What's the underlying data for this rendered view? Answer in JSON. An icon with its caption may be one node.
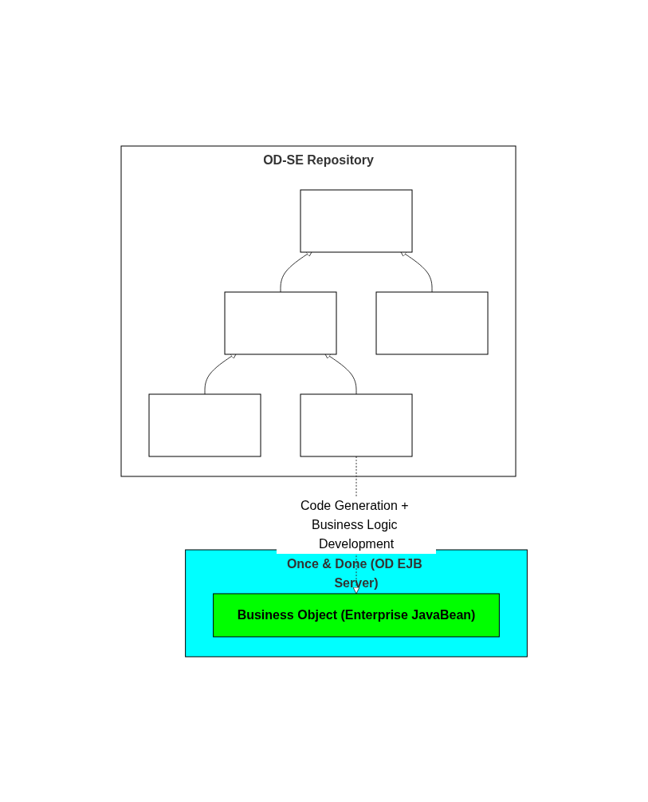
{
  "diagram": {
    "nodes": [
      {
        "text": [
          "OD-SE Repository"
        ]
      },
      {
        "text": [],
        "shape": "box",
        "in": 0
      },
      {
        "text": [],
        "shape": "box",
        "in": 0
      },
      {
        "text": [],
        "shape": "box",
        "in": 0
      },
      {
        "text": [],
        "shape": "box",
        "in": 0
      },
      {
        "text": [],
        "shape": "box",
        "in": 0
      },
      {
        "text": [
          "Once & Done (OD EJB Server)"
        ]
      },
      {
        "text": [
          "Business Object (Enterprise JavaBean)"
        ],
        "in": 6
      }
    ],
    "edges": [
      {
        "from": 2,
        "to": 1,
        "arrow": "to"
      },
      {
        "from": 3,
        "to": 1,
        "arrow": "to"
      },
      {
        "from": 4,
        "to": 2,
        "arrow": "to"
      },
      {
        "from": 5,
        "to": 2,
        "arrow": "to"
      },
      {
        "from": 5,
        "to": 7,
        "arrow": "to",
        "style": "dashed",
        "label": "Code Generation + Business Logic Development"
      }
    ]
  }
}
